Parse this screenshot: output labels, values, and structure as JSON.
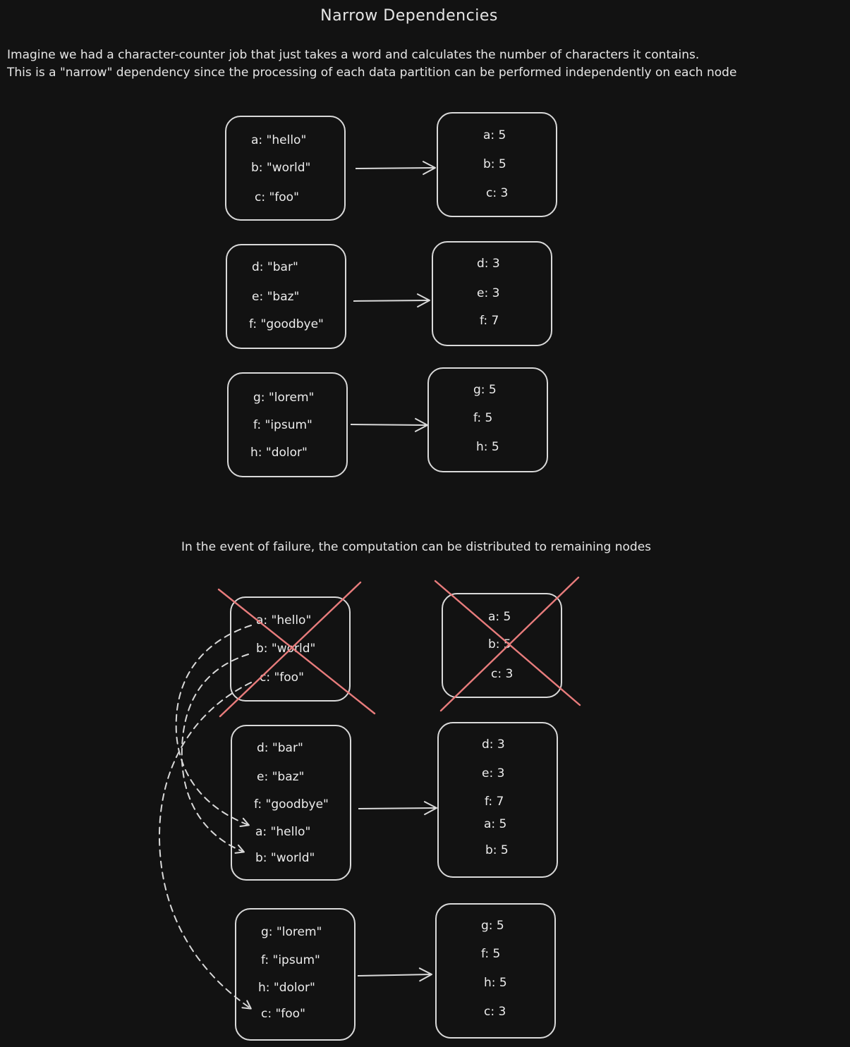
{
  "title": "Narrow Dependencies",
  "intro": {
    "line1": "Imagine we had a character-counter job that just takes a word and calculates the number of characters it contains.",
    "line2": "This is a \"narrow\" dependency since the processing of each data partition can be performed independently on each node"
  },
  "failure_caption": "In the event of failure, the computation can be distributed to remaining nodes",
  "normal": {
    "inputs": [
      [
        "a: \"hello\"",
        "b: \"world\"",
        "c: \"foo\""
      ],
      [
        "d: \"bar\"",
        "e: \"baz\"",
        "f: \"goodbye\""
      ],
      [
        "g: \"lorem\"",
        "f: \"ipsum\"",
        "h: \"dolor\""
      ]
    ],
    "outputs": [
      [
        "a: 5",
        "b: 5",
        "c: 3"
      ],
      [
        "d: 3",
        "e: 3",
        "f: 7"
      ],
      [
        "g: 5",
        "f: 5",
        "h: 5"
      ]
    ]
  },
  "failure": {
    "failed_input": [
      "a: \"hello\"",
      "b: \"world\"",
      "c: \"foo\""
    ],
    "failed_output": [
      "a: 5",
      "b: 5",
      "c: 3"
    ],
    "inputs": [
      [
        "d: \"bar\"",
        "e: \"baz\"",
        "f: \"goodbye\"",
        "a: \"hello\"",
        "b: \"world\""
      ],
      [
        "g: \"lorem\"",
        "f: \"ipsum\"",
        "h: \"dolor\"",
        "c: \"foo\""
      ]
    ],
    "outputs": [
      [
        "d: 3",
        "e: 3",
        "f: 7",
        "a: 5",
        "b: 5"
      ],
      [
        "g: 5",
        "f: 5",
        "h: 5",
        "c: 3"
      ]
    ]
  },
  "colors": {
    "background": "#121212",
    "stroke": "#d9d9d9",
    "failure_cross": "#e87c7c"
  }
}
